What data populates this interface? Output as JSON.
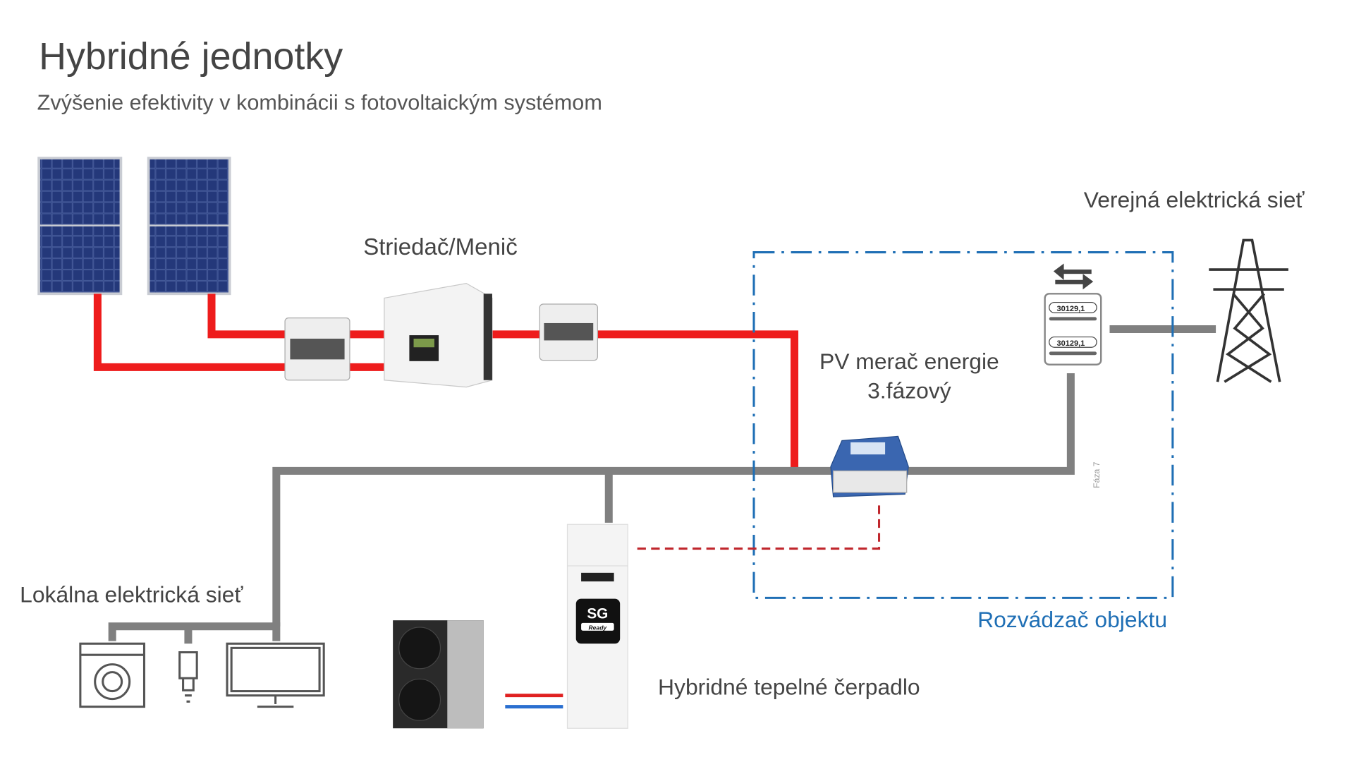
{
  "header": {
    "title": "Hybridné jednotky",
    "subtitle": "Zvýšenie efektivity v kombinácii s fotovoltaickým systémom"
  },
  "labels": {
    "inverter": "Striedač/Menič",
    "public_grid": "Verejná elektrická sieť",
    "pv_meter_line1": "PV merač energie",
    "pv_meter_line2": "3.fázový",
    "local_grid": "Lokálna elektrická sieť",
    "distribution_board": "Rozvádzač objektu",
    "heat_pump": "Hybridné tepelné čerpadlo",
    "phase_note": "Fáza 7"
  },
  "meter": {
    "reading_1": "30129,1",
    "reading_2": "30129,1"
  },
  "heat_pump_badge": {
    "main": "SG",
    "sub": "Ready"
  },
  "colors": {
    "dc_line": "#ee1c1c",
    "ac_line": "#808080",
    "board_border": "#1f6fb5",
    "board_label": "#1f6fb5",
    "panel": "#1e2f6b",
    "text": "#444444"
  }
}
